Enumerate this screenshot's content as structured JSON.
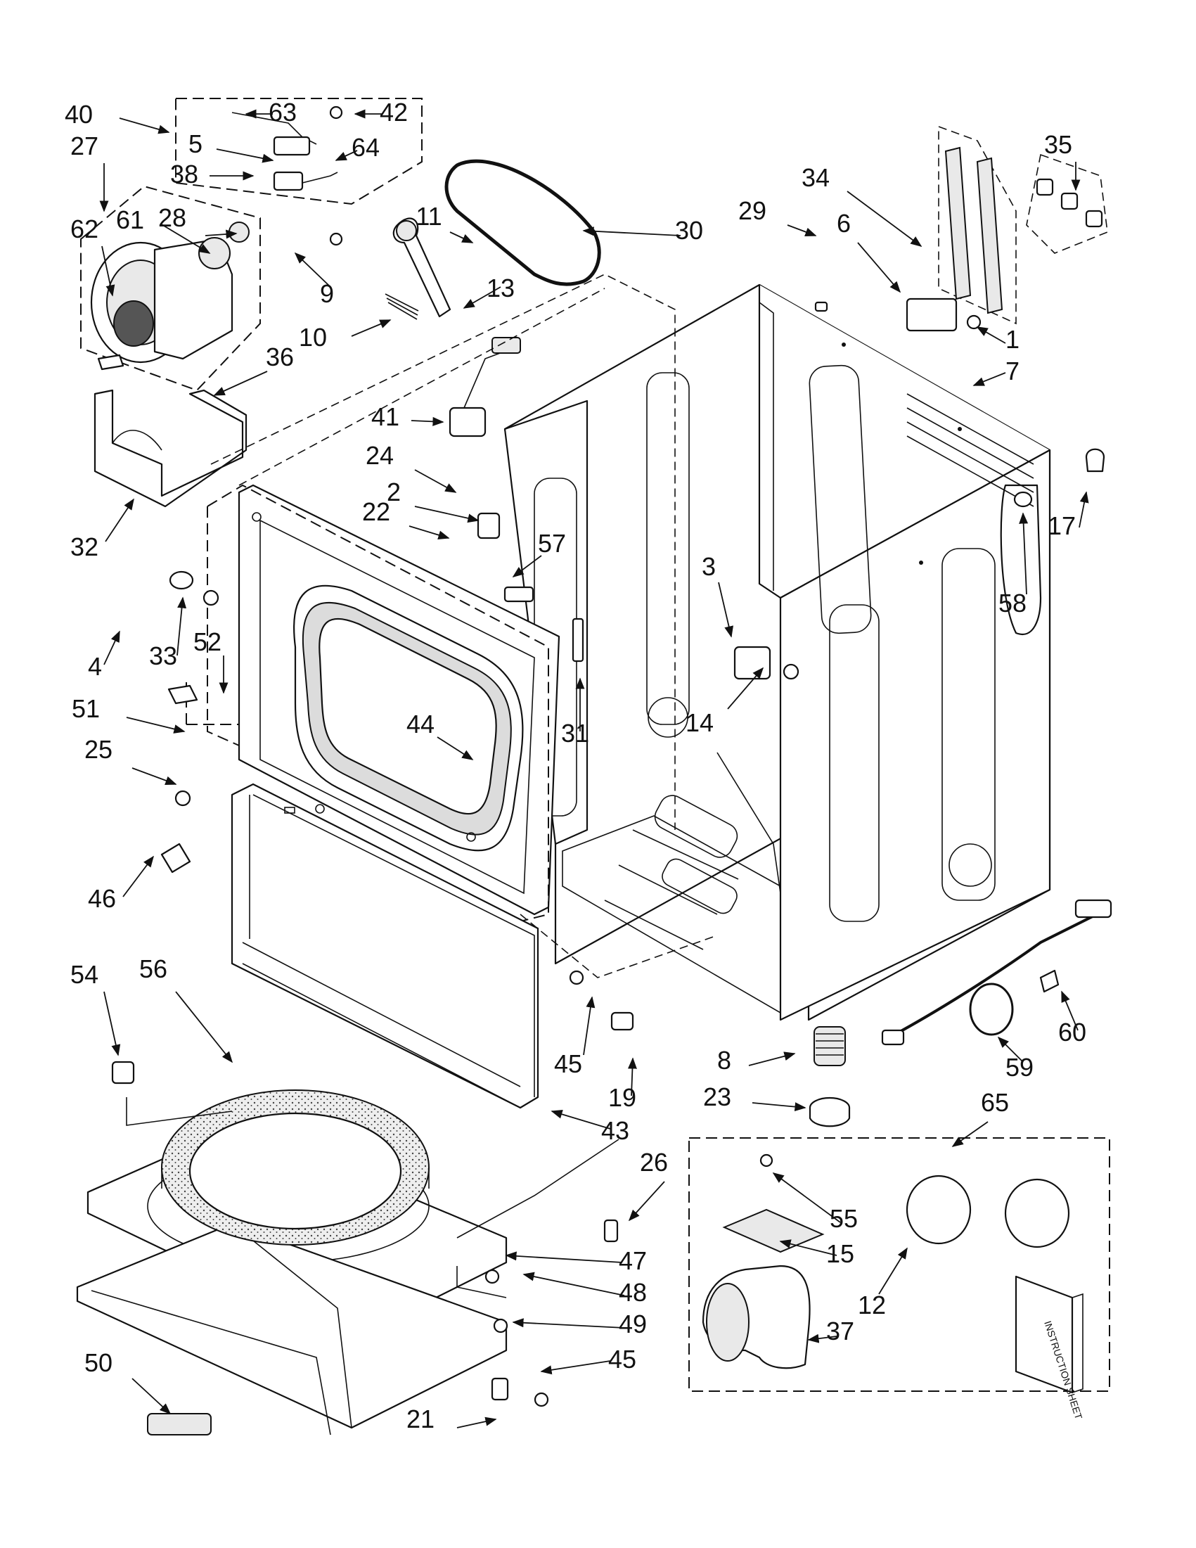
{
  "diagram": {
    "callouts": [
      "40",
      "63",
      "42",
      "27",
      "5",
      "64",
      "38",
      "61",
      "28",
      "62",
      "9",
      "11",
      "13",
      "10",
      "30",
      "29",
      "6",
      "34",
      "35",
      "1",
      "7",
      "36",
      "41",
      "24",
      "2",
      "22",
      "57",
      "3",
      "17",
      "58",
      "32",
      "4",
      "33",
      "52",
      "51",
      "25",
      "31",
      "14",
      "44",
      "46",
      "54",
      "56",
      "45",
      "19",
      "8",
      "23",
      "60",
      "59",
      "43",
      "26",
      "65",
      "47",
      "55",
      "15",
      "48",
      "12",
      "49",
      "37",
      "50",
      "45",
      "21"
    ],
    "manual_title": "INSTRUCTION SHEET",
    "colors": {
      "ink": "#111111",
      "paper": "#ffffff",
      "fill_gray": "#e9e9e9"
    }
  }
}
